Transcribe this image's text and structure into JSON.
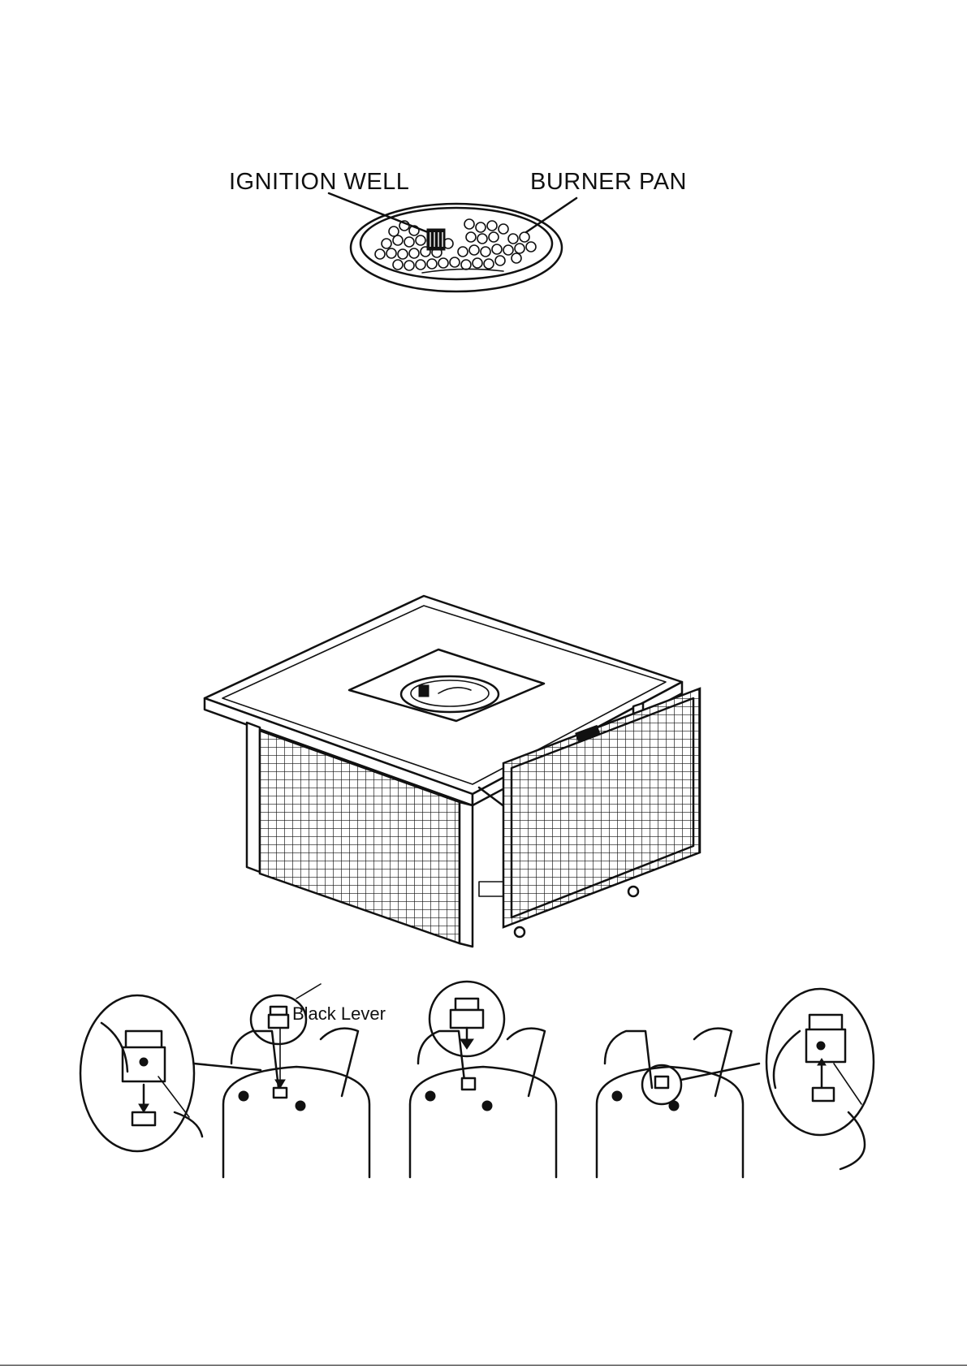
{
  "figure1": {
    "label_ignition_well": "IGNITION WELL",
    "label_burner_pan": "BURNER PAN"
  },
  "figure3": {
    "label_black_lever": "Black Lever"
  },
  "icons": {
    "burner_pan": "burner-pan-illustration",
    "fire_table": "fire-table-illustration",
    "propane_tank": "propane-tank-illustration"
  }
}
